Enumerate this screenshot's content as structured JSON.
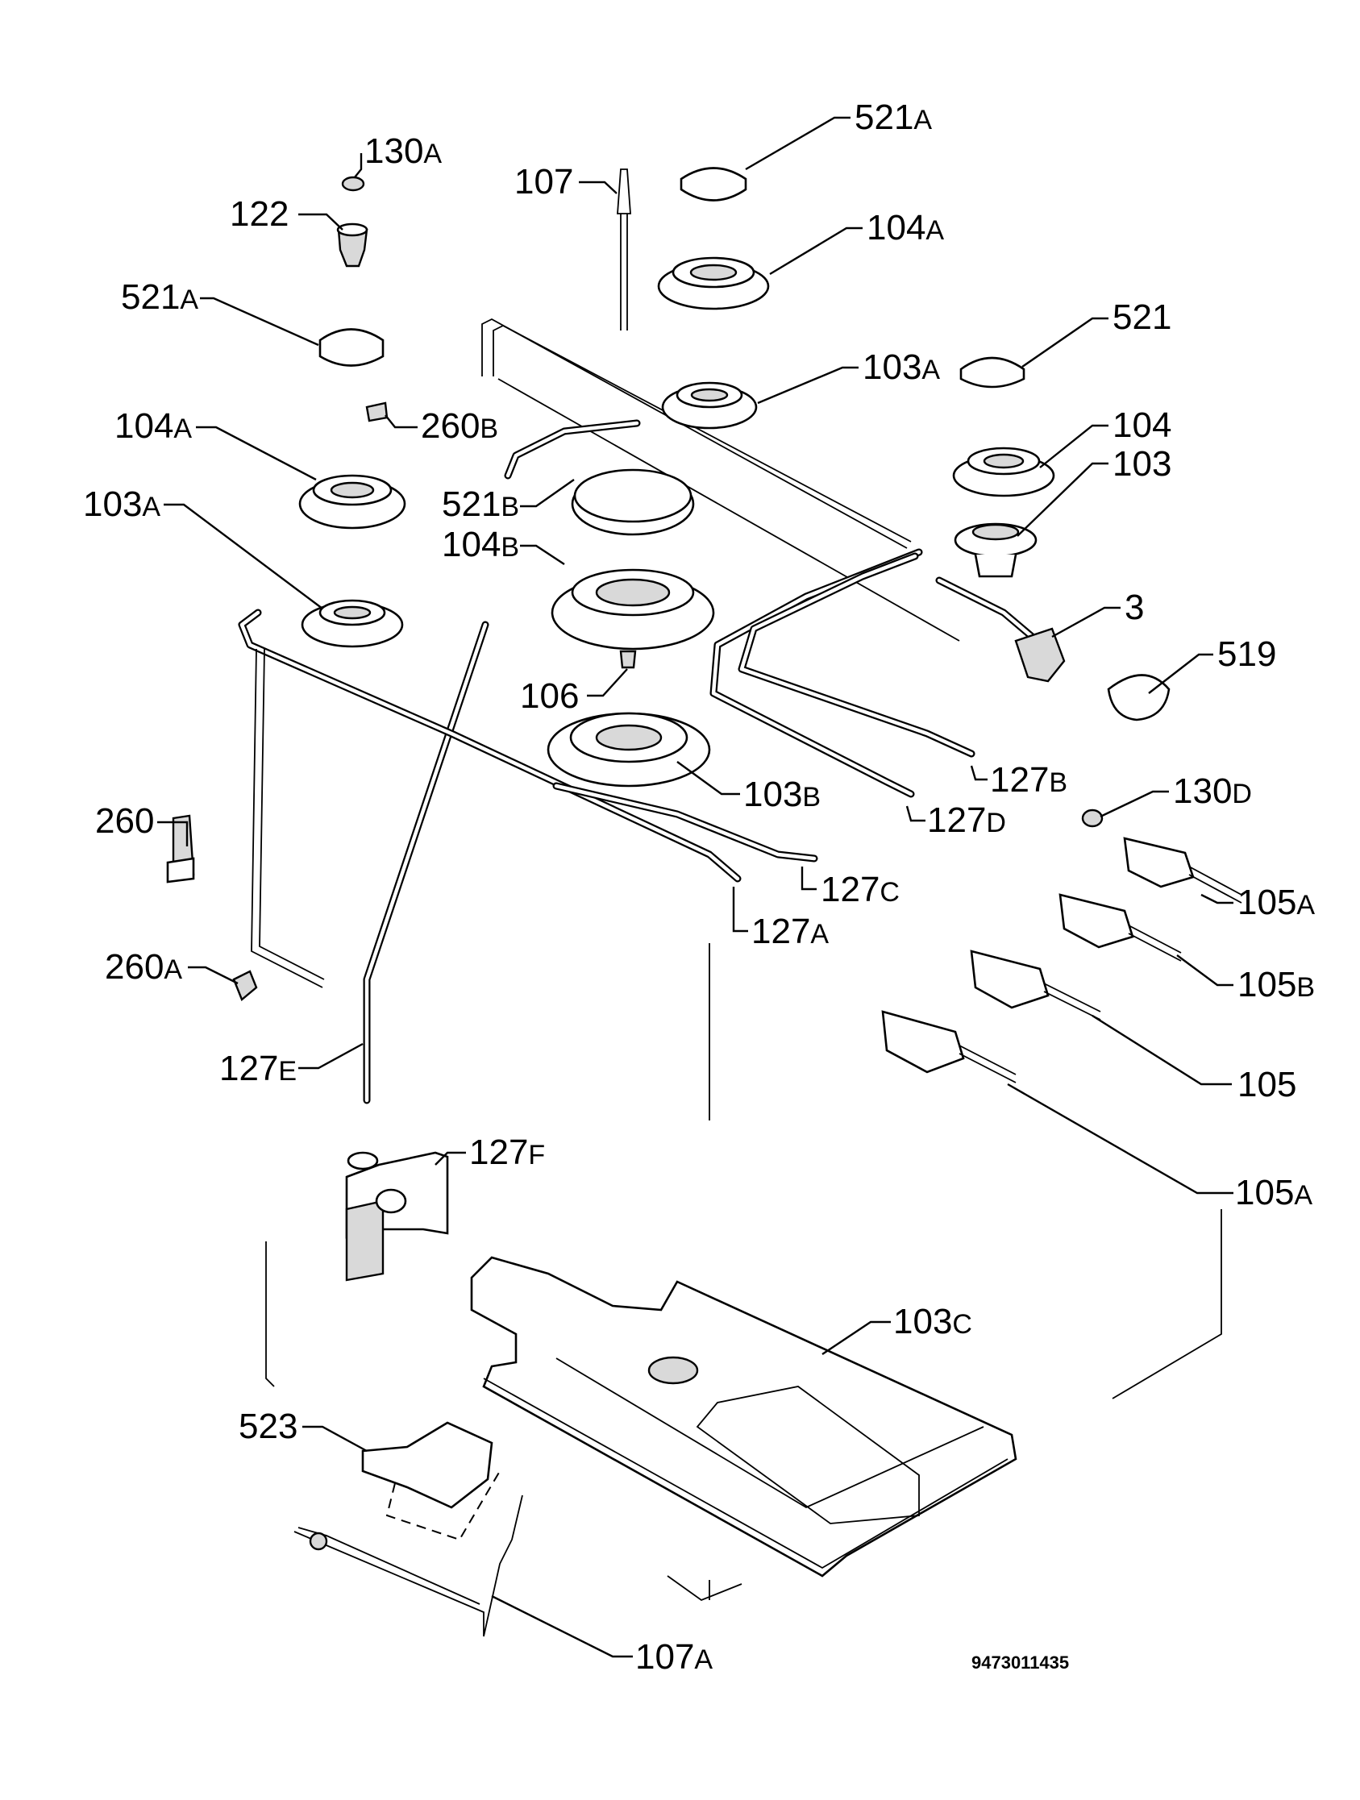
{
  "labels": [
    {
      "id": "130A-top",
      "num": "130",
      "suf": "A"
    },
    {
      "id": "122",
      "num": "122",
      "suf": ""
    },
    {
      "id": "521A-left",
      "num": "521",
      "suf": "A"
    },
    {
      "id": "260B",
      "num": "260",
      "suf": "B"
    },
    {
      "id": "104A-left",
      "num": "104",
      "suf": "A"
    },
    {
      "id": "103A-left",
      "num": "103",
      "suf": "A"
    },
    {
      "id": "107",
      "num": "107",
      "suf": ""
    },
    {
      "id": "521A-right",
      "num": "521",
      "suf": "A"
    },
    {
      "id": "104A-right",
      "num": "104",
      "suf": "A"
    },
    {
      "id": "103A-right",
      "num": "103",
      "suf": "A"
    },
    {
      "id": "521",
      "num": "521",
      "suf": ""
    },
    {
      "id": "104",
      "num": "104",
      "suf": ""
    },
    {
      "id": "103",
      "num": "103",
      "suf": ""
    },
    {
      "id": "521B",
      "num": "521",
      "suf": "B"
    },
    {
      "id": "104B",
      "num": "104",
      "suf": "B"
    },
    {
      "id": "3",
      "num": "3",
      "suf": ""
    },
    {
      "id": "519",
      "num": "519",
      "suf": ""
    },
    {
      "id": "106",
      "num": "106",
      "suf": ""
    },
    {
      "id": "103B",
      "num": "103",
      "suf": "B"
    },
    {
      "id": "127B",
      "num": "127",
      "suf": "B"
    },
    {
      "id": "127D",
      "num": "127",
      "suf": "D"
    },
    {
      "id": "130D",
      "num": "130",
      "suf": "D"
    },
    {
      "id": "260",
      "num": "260",
      "suf": ""
    },
    {
      "id": "127C",
      "num": "127",
      "suf": "C"
    },
    {
      "id": "127A",
      "num": "127",
      "suf": "A"
    },
    {
      "id": "105A-top",
      "num": "105",
      "suf": "A"
    },
    {
      "id": "260A",
      "num": "260",
      "suf": "A"
    },
    {
      "id": "105B",
      "num": "105",
      "suf": "B"
    },
    {
      "id": "127E",
      "num": "127",
      "suf": "E"
    },
    {
      "id": "105",
      "num": "105",
      "suf": ""
    },
    {
      "id": "127F",
      "num": "127",
      "suf": "F"
    },
    {
      "id": "105A-bottom",
      "num": "105",
      "suf": "A"
    },
    {
      "id": "103C",
      "num": "103",
      "suf": "C"
    },
    {
      "id": "523",
      "num": "523",
      "suf": ""
    },
    {
      "id": "107A",
      "num": "107",
      "suf": "A"
    }
  ],
  "drawing_code": "9473011435"
}
